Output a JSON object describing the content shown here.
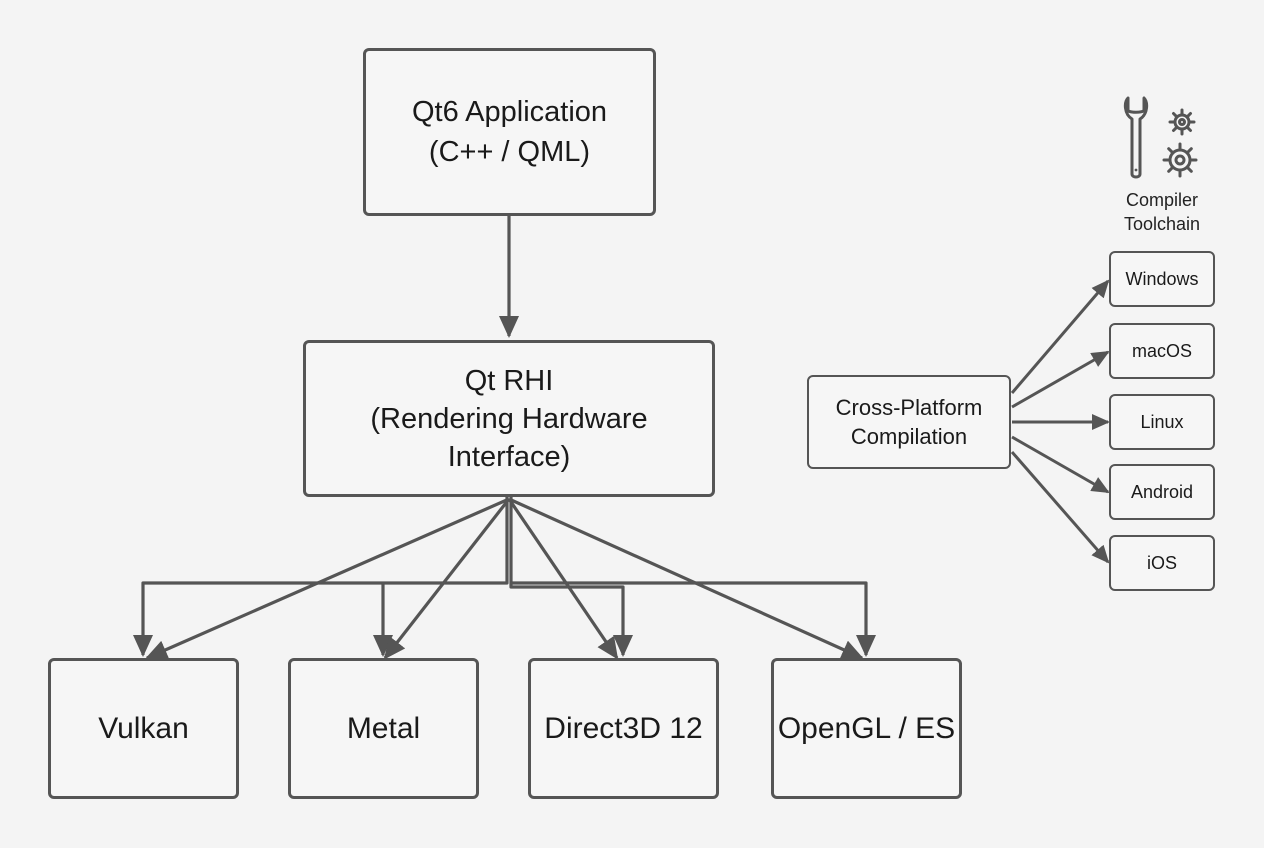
{
  "nodes": {
    "app": {
      "line1": "Qt6 Application",
      "line2": "(C++ / QML)"
    },
    "rhi": {
      "line1": "Qt RHI",
      "line2": "(Rendering Hardware Interface)"
    },
    "backends": {
      "vulkan": "Vulkan",
      "metal": "Metal",
      "direct3d": "Direct3D 12",
      "opengl": "OpenGL / ES"
    },
    "cross_platform": {
      "line1": "Cross-Platform",
      "line2": "Compilation"
    },
    "platforms": {
      "windows": "Windows",
      "macos": "macOS",
      "linux": "Linux",
      "android": "Android",
      "ios": "iOS"
    },
    "toolchain": {
      "line1": "Compiler",
      "line2": "Toolchain",
      "icon": "wrench-gears-icon"
    }
  },
  "edges": [
    {
      "from": "app",
      "to": "rhi"
    },
    {
      "from": "rhi",
      "to": "vulkan"
    },
    {
      "from": "rhi",
      "to": "metal"
    },
    {
      "from": "rhi",
      "to": "direct3d"
    },
    {
      "from": "rhi",
      "to": "opengl"
    },
    {
      "from": "cross_platform",
      "to": "windows"
    },
    {
      "from": "cross_platform",
      "to": "macos"
    },
    {
      "from": "cross_platform",
      "to": "linux"
    },
    {
      "from": "cross_platform",
      "to": "android"
    },
    {
      "from": "cross_platform",
      "to": "ios"
    }
  ],
  "colors": {
    "background": "#f4f4f4",
    "stroke": "#555555",
    "text": "#1a1a1a"
  }
}
